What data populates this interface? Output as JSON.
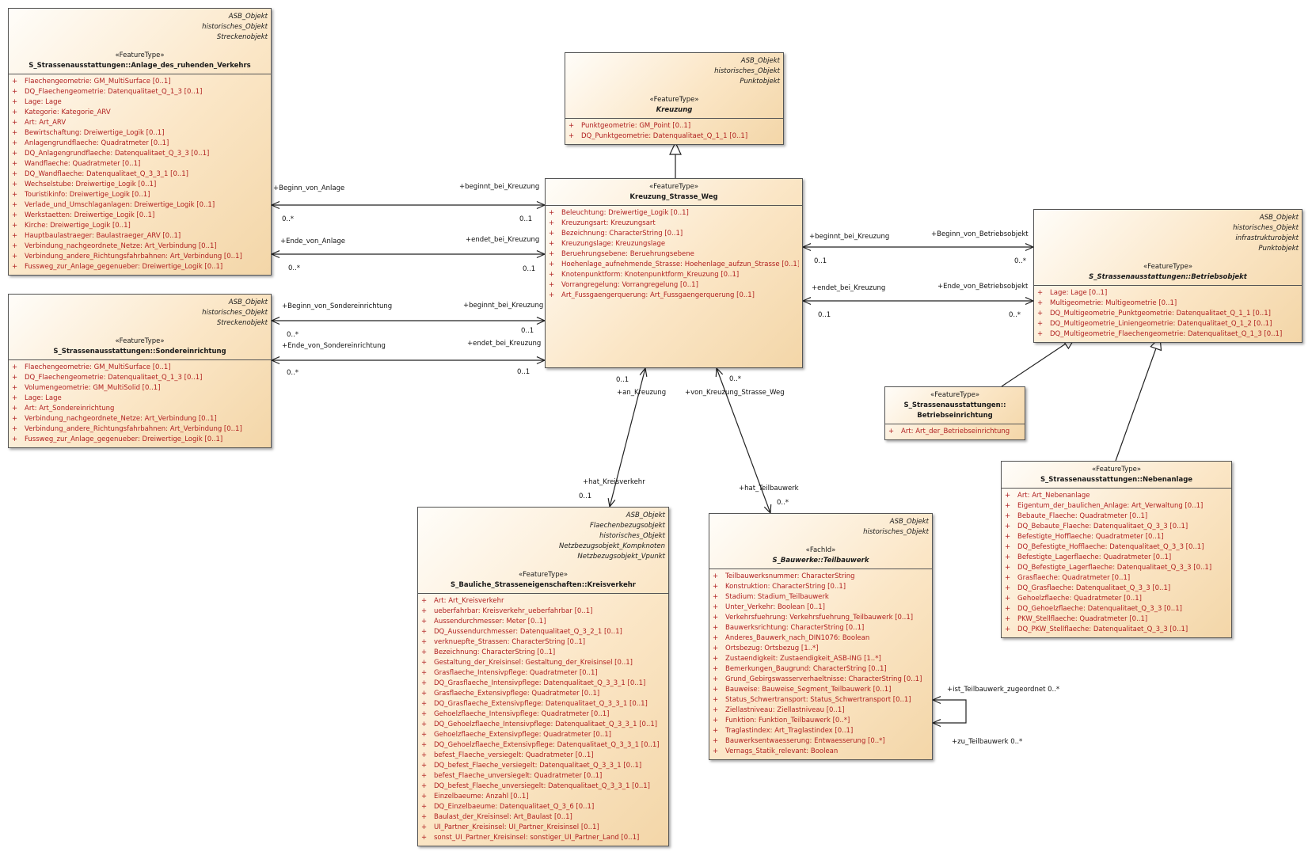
{
  "classes": [
    {
      "id": "anlage",
      "tags": [
        "ASB_Objekt",
        "historisches_Objekt",
        "Streckenobjekt"
      ],
      "stereotype": "«FeatureType»",
      "name": "S_Strassenausstattungen::Anlage_des_ruhenden_Verkehrs",
      "abstract": false,
      "attributes": [
        "Flaechengeometrie: GM_MultiSurface [0..1]",
        "DQ_Flaechengeometrie: Datenqualitaet_Q_1_3 [0..1]",
        "Lage: Lage",
        "Kategorie: Kategorie_ARV",
        "Art: Art_ARV",
        "Bewirtschaftung: Dreiwertige_Logik [0..1]",
        "Anlagengrundflaeche: Quadratmeter [0..1]",
        "DQ_Anlagengrundflaeche: Datenqualitaet_Q_3_3 [0..1]",
        "Wandflaeche: Quadratmeter [0..1]",
        "DQ_Wandflaeche: Datenqualitaet_Q_3_3_1 [0..1]",
        "Wechselstube: Dreiwertige_Logik [0..1]",
        "Touristikinfo: Dreiwertige_Logik [0..1]",
        "Verlade_und_Umschlaganlagen: Dreiwertige_Logik [0..1]",
        "Werkstaetten: Dreiwertige_Logik [0..1]",
        "Kirche: Dreiwertige_Logik [0..1]",
        "Hauptbaulastraeger: Baulastraeger_ARV [0..1]",
        "Verbindung_nachgeordnete_Netze: Art_Verbindung [0..1]",
        "Verbindung_andere_Richtungsfahrbahnen: Art_Verbindung [0..1]",
        "Fussweg_zur_Anlage_gegenueber: Dreiwertige_Logik [0..1]"
      ]
    },
    {
      "id": "sonder",
      "tags": [
        "ASB_Objekt",
        "historisches_Objekt",
        "Streckenobjekt"
      ],
      "stereotype": "«FeatureType»",
      "name": "S_Strassenausstattungen::Sondereinrichtung",
      "abstract": false,
      "attributes": [
        "Flaechengeometrie: GM_MultiSurface [0..1]",
        "DQ_Flaechengeometrie: Datenqualitaet_Q_1_3 [0..1]",
        "Volumengeometrie: GM_MultiSolid [0..1]",
        "Lage: Lage",
        "Art: Art_Sondereinrichtung",
        "Verbindung_nachgeordnete_Netze: Art_Verbindung [0..1]",
        "Verbindung_andere_Richtungsfahrbahnen: Art_Verbindung [0..1]",
        "Fussweg_zur_Anlage_gegenueber: Dreiwertige_Logik [0..1]"
      ]
    },
    {
      "id": "kreuzung",
      "tags": [
        "ASB_Objekt",
        "historisches_Objekt",
        "Punktobjekt"
      ],
      "stereotype": "«FeatureType»",
      "name": "Kreuzung",
      "abstract": true,
      "attributes": [
        "Punktgeometrie: GM_Point [0..1]",
        "DQ_Punktgeometrie: Datenqualitaet_Q_1_1 [0..1]"
      ]
    },
    {
      "id": "ksw",
      "tags": [],
      "stereotype": "«FeatureType»",
      "name": "Kreuzung_Strasse_Weg",
      "abstract": false,
      "attributes": [
        "Beleuchtung: Dreiwertige_Logik [0..1]",
        "Kreuzungsart: Kreuzungsart",
        "Bezeichnung: CharacterString [0..1]",
        "Kreuzungslage: Kreuzungslage",
        "Beruehrungsebene: Beruehrungsebene",
        "Hoehenlage_aufnehmende_Strasse: Hoehenlage_aufzun_Strasse [0..1]",
        "Knotenpunktform: Knotenpunktform_Kreuzung [0..1]",
        "Vorrangregelung: Vorrangregelung [0..1]",
        "Art_Fussgaengerquerung: Art_Fussgaengerquerung [0..1]"
      ]
    },
    {
      "id": "betriebsobjekt",
      "tags": [
        "ASB_Objekt",
        "historisches_Objekt",
        "infrastrukturobjekt",
        "Punktobjekt"
      ],
      "stereotype": "«FeatureType»",
      "name": "S_Strassenausstattungen::Betriebsobjekt",
      "abstract": true,
      "attributes": [
        "Lage: Lage [0..1]",
        "Multigeometrie: Multigeometrie [0..1]",
        "DQ_Multigeometrie_Punktgeometrie: Datenqualitaet_Q_1_1 [0..1]",
        "DQ_Multigeometrie_Liniengeometrie: Datenqualitaet_Q_1_2 [0..1]",
        "DQ_Multigeometrie_Flaechengeometrie: Datenqualitaet_Q_1_3 [0..1]"
      ]
    },
    {
      "id": "betriebseinrichtung",
      "tags": [],
      "stereotype": "«FeatureType»",
      "name": "S_Strassenausstattungen::",
      "name2": "Betriebseinrichtung",
      "abstract": false,
      "attributes": [
        "Art: Art_der_Betriebseinrichtung"
      ]
    },
    {
      "id": "nebenanlage",
      "tags": [],
      "stereotype": "«FeatureType»",
      "name": "S_Strassenausstattungen::Nebenanlage",
      "abstract": false,
      "attributes": [
        "Art: Art_Nebenanlage",
        "Eigentum_der_baulichen_Anlage: Art_Verwaltung [0..1]",
        "Bebaute_Flaeche: Quadratmeter [0..1]",
        "DQ_Bebaute_Flaeche: Datenqualitaet_Q_3_3 [0..1]",
        "Befestigte_Hofflaeche: Quadratmeter [0..1]",
        "DQ_Befestigte_Hofflaeche: Datenqualitaet_Q_3_3 [0..1]",
        "Befestigte_Lagerflaeche: Quadratmeter [0..1]",
        "DQ_Befestigte_Lagerflaeche: Datenqualitaet_Q_3_3 [0..1]",
        "Grasflaeche: Quadratmeter [0..1]",
        "DQ_Grasflaeche: Datenqualitaet_Q_3_3 [0..1]",
        "Gehoelzflaeche: Quadratmeter [0..1]",
        "DQ_Gehoelzflaeche: Datenqualitaet_Q_3_3 [0..1]",
        "PKW_Stellflaeche: Quadratmeter [0..1]",
        "DQ_PKW_Stellflaeche: Datenqualitaet_Q_3_3 [0..1]"
      ]
    },
    {
      "id": "kreisverkehr",
      "tags": [
        "ASB_Objekt",
        "Flaechenbezugsobjekt",
        "historisches_Objekt",
        "Netzbezugsobjekt_Kompknoten",
        "Netzbezugsobjekt_Vpunkt"
      ],
      "stereotype": "«FeatureType»",
      "name": "S_Bauliche_Strasseneigenschaften::Kreisverkehr",
      "abstract": false,
      "attributes": [
        "Art: Art_Kreisverkehr",
        "ueberfahrbar: Kreisverkehr_ueberfahrbar [0..1]",
        "Aussendurchmesser: Meter [0..1]",
        "DQ_Aussendurchmesser: Datenqualitaet_Q_3_2_1 [0..1]",
        "verknuepfte_Strassen: CharacterString [0..1]",
        "Bezeichnung: CharacterString [0..1]",
        "Gestaltung_der_Kreisinsel: Gestaltung_der_Kreisinsel [0..1]",
        "Grasflaeche_Intensivpflege: Quadratmeter [0..1]",
        "DQ_Grasflaeche_Intensivpflege: Datenqualitaet_Q_3_3_1 [0..1]",
        "Grasflaeche_Extensivpflege: Quadratmeter [0..1]",
        "DQ_Grasflaeche_Extensivpflege: Datenqualitaet_Q_3_3_1 [0..1]",
        "Gehoelzflaeche_Intensivpflege: Quadratmeter [0..1]",
        "DQ_Gehoelzflaeche_Intensivpflege: Datenqualitaet_Q_3_3_1 [0..1]",
        "Gehoelzflaeche_Extensivpflege: Quadratmeter [0..1]",
        "DQ_Gehoelzflaeche_Extensivpflege: Datenqualitaet_Q_3_3_1 [0..1]",
        "befest_Flaeche_versiegelt: Quadratmeter [0..1]",
        "DQ_befest_Flaeche_versiegelt: Datenqualitaet_Q_3_3_1 [0..1]",
        "befest_Flaeche_unversiegelt: Quadratmeter [0..1]",
        "DQ_befest_Flaeche_unversiegelt: Datenqualitaet_Q_3_3_1 [0..1]",
        "Einzelbaeume: Anzahl [0..1]",
        "DQ_Einzelbaeume: Datenqualitaet_Q_3_6 [0..1]",
        "Baulast_der_Kreisinsel: Art_Baulast [0..1]",
        "UI_Partner_Kreisinsel: UI_Partner_Kreisinsel [0..1]",
        "sonst_UI_Partner_Kreisinsel: sonstiger_UI_Partner_Land [0..1]"
      ]
    },
    {
      "id": "teilbauwerk",
      "tags": [
        "ASB_Objekt",
        "historisches_Objekt"
      ],
      "stereotype": "«FachId»",
      "name": "S_Bauwerke::Teilbauwerk",
      "abstract": true,
      "attributes": [
        "Teilbauwerksnummer: CharacterString",
        "Konstruktion: CharacterString [0..1]",
        "Stadium: Stadium_Teilbauwerk",
        "Unter_Verkehr: Boolean [0..1]",
        "Verkehrsfuehrung: Verkehrsfuehrung_Teilbauwerk [0..1]",
        "Bauwerksrichtung: CharacterString [0..1]",
        "Anderes_Bauwerk_nach_DIN1076: Boolean",
        "Ortsbezug: Ortsbezug [1..*]",
        "Zustaendigkeit: Zustaendigkeit_ASB-ING [1..*]",
        "Bemerkungen_Baugrund: CharacterString [0..1]",
        "Grund_Gebirgswasserverhaeltnisse: CharacterString [0..1]",
        "Bauweise: Bauweise_Segment_Teilbauwerk [0..1]",
        "Status_Schwertransport: Status_Schwertransport [0..1]",
        "Ziellastniveau: Ziellastniveau [0..1]",
        "Funktion: Funktion_Teilbauwerk [0..*]",
        "Traglastindex: Art_Traglastindex [0..1]",
        "Bauwerksentwaesserung: Entwaesserung [0..*]",
        "Vernags_Statik_relevant: Boolean"
      ]
    }
  ],
  "labels": [
    {
      "id": "a1_role_anl",
      "text": "+Beginn_von_Anlage"
    },
    {
      "id": "a1_role_ksw",
      "text": "+beginnt_bei_Kreuzung"
    },
    {
      "id": "a1_mult_anl",
      "text": "0..*"
    },
    {
      "id": "a1_mult_ksw",
      "text": "0..1"
    },
    {
      "id": "a2_role_anl",
      "text": "+Ende_von_Anlage"
    },
    {
      "id": "a2_role_ksw",
      "text": "+endet_bei_Kreuzung"
    },
    {
      "id": "a2_mult_anl",
      "text": "0..*"
    },
    {
      "id": "a2_mult_ksw",
      "text": "0..1"
    },
    {
      "id": "a3_role_son",
      "text": "+Beginn_von_Sondereinrichtung"
    },
    {
      "id": "a3_role_ksw",
      "text": "+beginnt_bei_Kreuzung"
    },
    {
      "id": "a3_mult_son",
      "text": "0..*"
    },
    {
      "id": "a3_mult_ksw",
      "text": "0..1"
    },
    {
      "id": "a4_role_son",
      "text": "+Ende_von_Sondereinrichtung"
    },
    {
      "id": "a4_role_ksw",
      "text": "+endet_bei_Kreuzung"
    },
    {
      "id": "a4_mult_son",
      "text": "0..*"
    },
    {
      "id": "a4_mult_ksw",
      "text": "0..1"
    },
    {
      "id": "b1_role_ksw",
      "text": "+beginnt_bei_Kreuzung"
    },
    {
      "id": "b1_role_bo",
      "text": "+Beginn_von_Betriebsobjekt"
    },
    {
      "id": "b1_mult_ksw",
      "text": "0..1"
    },
    {
      "id": "b1_mult_bo",
      "text": "0..*"
    },
    {
      "id": "b2_role_ksw",
      "text": "+endet_bei_Kreuzung"
    },
    {
      "id": "b2_role_bo",
      "text": "+Ende_von_Betriebsobjekt"
    },
    {
      "id": "b2_mult_ksw",
      "text": "0..1"
    },
    {
      "id": "b2_mult_bo",
      "text": "0..*"
    },
    {
      "id": "c1_mult_ksw",
      "text": "0..1"
    },
    {
      "id": "c1_role_ksw",
      "text": "+an_Kreuzung"
    },
    {
      "id": "c1_role_kv",
      "text": "+hat_Kreisverkehr"
    },
    {
      "id": "c1_mult_kv",
      "text": "0..1"
    },
    {
      "id": "c2_mult_ksw",
      "text": "0..*"
    },
    {
      "id": "c2_role_ksw",
      "text": "+von_Kreuzung_Strasse_Weg"
    },
    {
      "id": "c2_role_tb",
      "text": "+hat_Teilbauwerk"
    },
    {
      "id": "c2_mult_tb",
      "text": "0..*"
    },
    {
      "id": "self_role1",
      "text": "+ist_Teilbauwerk_zugeordnet 0..*"
    },
    {
      "id": "self_role2",
      "text": "+zu_Teilbauwerk 0..*"
    }
  ]
}
